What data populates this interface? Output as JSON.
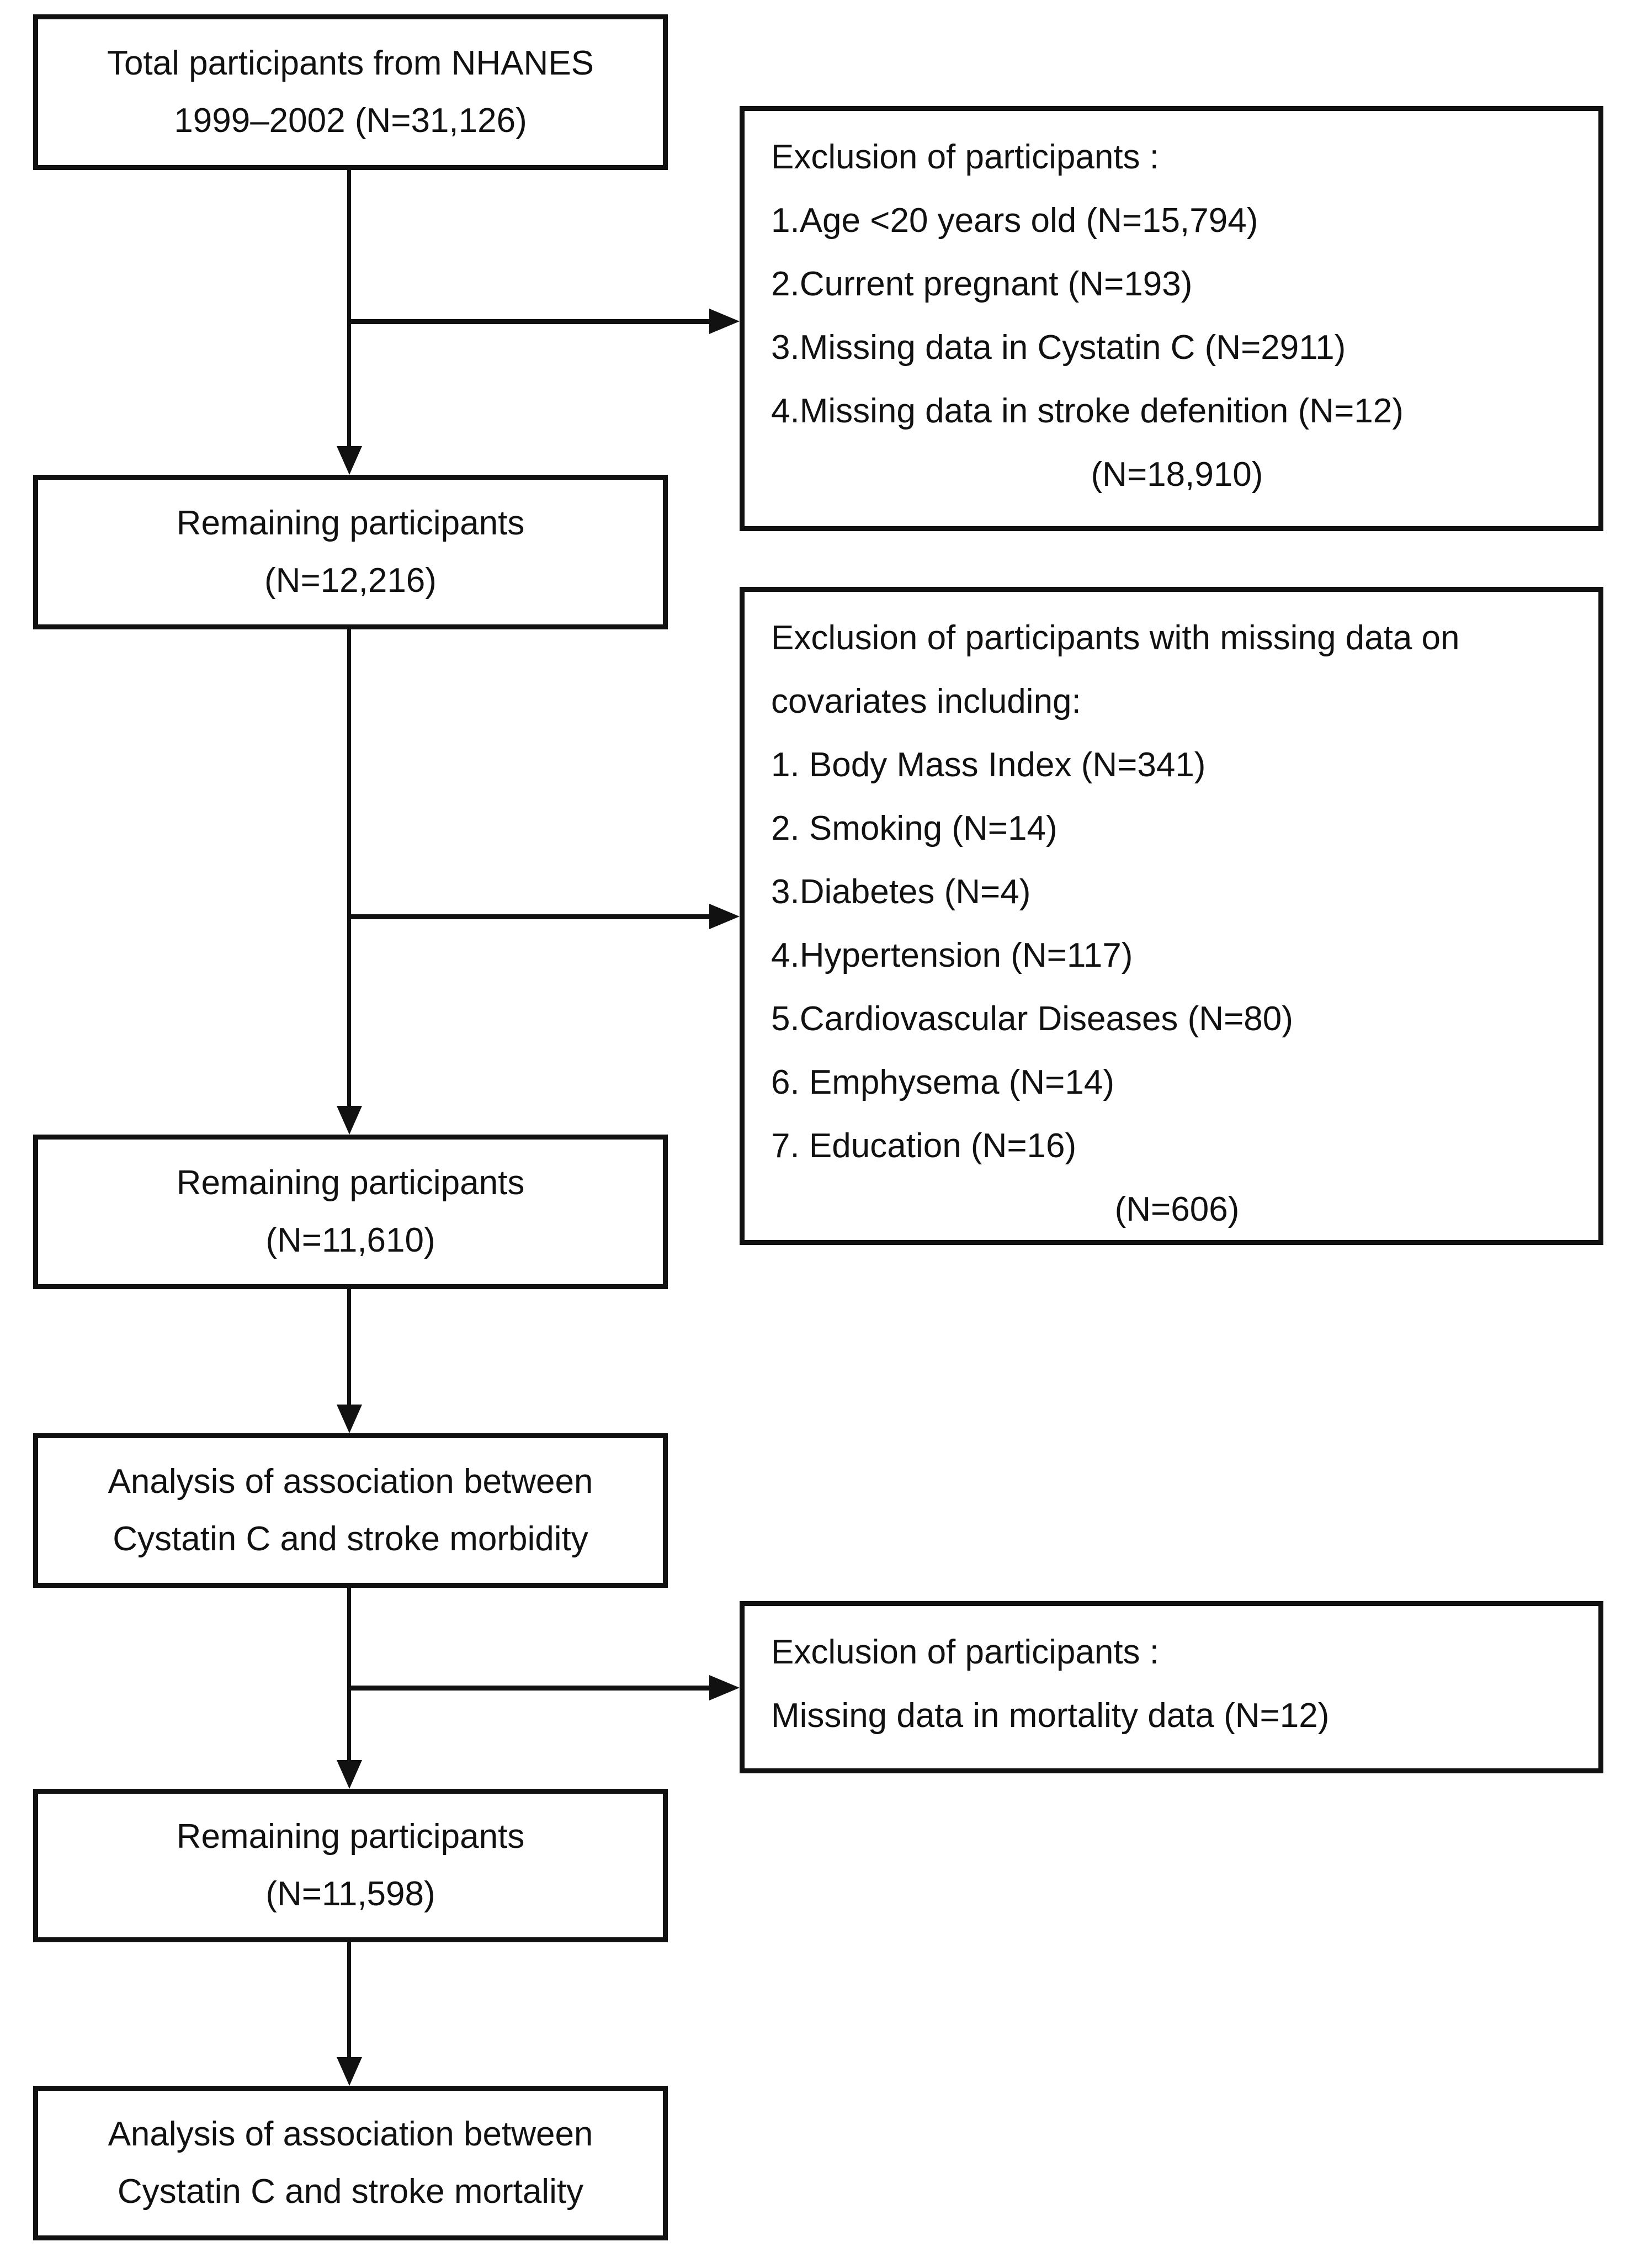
{
  "colors": {
    "ink": "#111111",
    "background": "#ffffff"
  },
  "flow": {
    "boxes": [
      {
        "lines": [
          "Total participants from NHANES",
          "1999–2002 (N=31,126)"
        ]
      },
      {
        "lines": [
          "Remaining participants",
          "(N=12,216)"
        ]
      },
      {
        "lines": [
          "Remaining participants",
          "(N=11,610)"
        ]
      },
      {
        "lines": [
          "Analysis of association between",
          "Cystatin C and stroke morbidity"
        ]
      },
      {
        "lines": [
          "Remaining participants",
          "(N=11,598)"
        ]
      },
      {
        "lines": [
          "Analysis of association between",
          "Cystatin C and stroke mortality"
        ]
      }
    ],
    "exclusions": [
      {
        "lines": [
          "Exclusion of participants :",
          "1.Age <20 years old (N=15,794)",
          "2.Current pregnant (N=193)",
          "3.Missing data in Cystatin C  (N=2911)",
          "4.Missing data in stroke defenition (N=12)"
        ],
        "total": "(N=18,910)"
      },
      {
        "lines": [
          "Exclusion of participants with missing data on",
          "covariates including:",
          "1. Body Mass Index (N=341)",
          "2. Smoking (N=14)",
          "3.Diabetes (N=4)",
          "4.Hypertension (N=117)",
          "5.Cardiovascular Diseases (N=80)",
          "6. Emphysema (N=14)",
          "7. Education (N=16)"
        ],
        "total": "(N=606)"
      },
      {
        "lines": [
          "Exclusion of participants :",
          "Missing data in mortality data (N=12)"
        ],
        "total": ""
      }
    ]
  }
}
